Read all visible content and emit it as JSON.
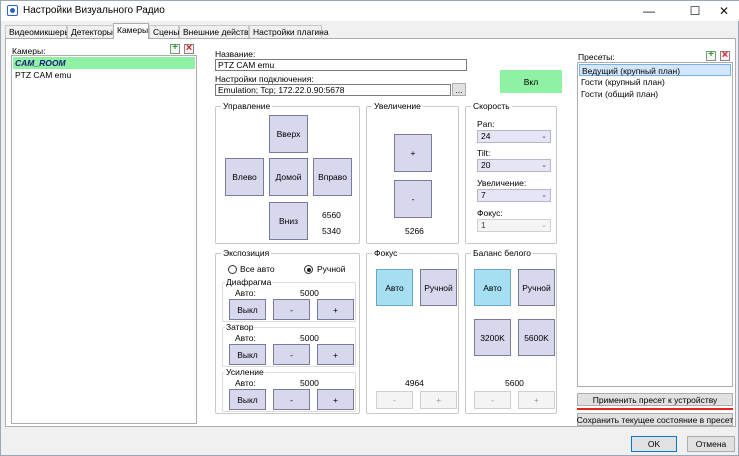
{
  "window": {
    "title": "Настройки Визуального Радио",
    "minimize": "—",
    "maximize": "☐",
    "close": "✕"
  },
  "tabs": [
    "Видеомикшеры",
    "Детекторы",
    "Камеры",
    "Сцены",
    "Внешние действия",
    "Настройки плагина"
  ],
  "cameras": {
    "label": "Камеры:",
    "items": [
      "CAM_ROOM",
      "PTZ CAM emu"
    ]
  },
  "camera": {
    "name_label": "Название:",
    "name_value": "PTZ CAM emu",
    "conn_label": "Настройки подключения:",
    "conn_value": "Emulation; Tcp; 172.22.0.90:5678",
    "conn_browse": "...",
    "on_button": "Вкл"
  },
  "control": {
    "title": "Управление",
    "up": "Вверх",
    "left": "Влево",
    "home": "Домой",
    "right": "Вправо",
    "down": "Вниз",
    "pan_value": "6560",
    "tilt_value": "5340"
  },
  "zoom": {
    "title": "Увеличение",
    "plus": "+",
    "minus": "-",
    "value": "5266"
  },
  "speed": {
    "title": "Скорость",
    "pan_label": "Pan:",
    "pan_value": "24",
    "tilt_label": "Tilt:",
    "tilt_value": "20",
    "zoom_label": "Увеличение:",
    "zoom_value": "7",
    "focus_label": "Фокус:",
    "focus_value": "1"
  },
  "exposure": {
    "title": "Экспозиция",
    "mode_all_auto": "Все авто",
    "mode_manual": "Ручной",
    "selected_mode": "Ручной",
    "iris": {
      "title": "Диафрагма",
      "auto_label": "Авто:",
      "value": "5000",
      "off": "Выкл",
      "minus": "-",
      "plus": "+"
    },
    "shutter": {
      "title": "Затвор",
      "auto_label": "Авто:",
      "value": "5000",
      "off": "Выкл",
      "minus": "-",
      "plus": "+"
    },
    "gain": {
      "title": "Усиление",
      "auto_label": "Авто:",
      "value": "5000",
      "off": "Выкл",
      "minus": "-",
      "plus": "+"
    }
  },
  "focus": {
    "title": "Фокус",
    "auto": "Авто",
    "manual": "Ручной",
    "value": "4964",
    "minus": "-",
    "plus": "+"
  },
  "white_balance": {
    "title": "Баланс белого",
    "auto": "Авто",
    "manual": "Ручной",
    "k3200": "3200K",
    "k5600": "5600K",
    "value": "5600",
    "minus": "-",
    "plus": "+"
  },
  "presets": {
    "label": "Пресеты:",
    "items": [
      "Ведущий (крупный план)",
      "Гости (крупный план)",
      "Гости (общий план)"
    ],
    "apply_button": "Применить пресет к устройству",
    "save_button": "Сохранить текущее состояние в пресет"
  },
  "footer": {
    "ok": "OK",
    "cancel": "Отмена"
  },
  "colors": {
    "selected_green": "#8ef1a3",
    "active_blue": "#a6def2",
    "big_button": "#d7d7ee",
    "accent_red": "#e8231b"
  }
}
